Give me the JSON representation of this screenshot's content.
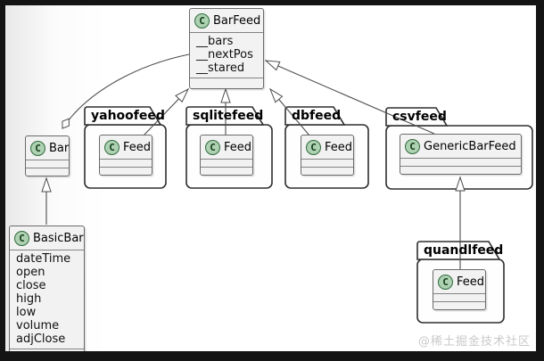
{
  "diagram": {
    "type": "uml-class-diagram",
    "watermark": "@稀土掘金技术社区"
  },
  "icons": {
    "class_letter": "C"
  },
  "colors": {
    "class_fill": "#f2f2f2",
    "class_border": "#6a6a6a",
    "circle_fill": "#ADD1B2",
    "circle_border": "#2f6a3c",
    "package_fill": "#fefefe",
    "package_border": "#2e2e2e",
    "edge_line": "#4d4d4d",
    "frame": "#141414",
    "watermark_text": "#c9c9c9"
  },
  "packages": {
    "yahoofeed": {
      "name": "yahoofeed"
    },
    "sqlitefeed": {
      "name": "sqlitefeed"
    },
    "dbfeed": {
      "name": "dbfeed"
    },
    "csvfeed": {
      "name": "csvfeed"
    },
    "quandlfeed": {
      "name": "quandlfeed"
    }
  },
  "classes": {
    "barfeed": {
      "name": "BarFeed",
      "attributes": [
        "__bars",
        "__nextPos",
        "__stared"
      ]
    },
    "bar": {
      "name": "Bar",
      "attributes": []
    },
    "basicbar": {
      "name": "BasicBar",
      "attributes": [
        "dateTime",
        "open",
        "close",
        "high",
        "low",
        "volume",
        "adjClose"
      ]
    },
    "yahoofeed_feed": {
      "name": "Feed"
    },
    "sqlitefeed_feed": {
      "name": "Feed"
    },
    "dbfeed_feed": {
      "name": "Feed"
    },
    "csvfeed_genericbarfeed": {
      "name": "GenericBarFeed"
    },
    "quandlfeed_feed": {
      "name": "Feed"
    }
  },
  "relations": [
    {
      "from": "yahoofeed.Feed",
      "to": "BarFeed",
      "type": "extends"
    },
    {
      "from": "sqlitefeed.Feed",
      "to": "BarFeed",
      "type": "extends"
    },
    {
      "from": "dbfeed.Feed",
      "to": "BarFeed",
      "type": "extends"
    },
    {
      "from": "csvfeed.GenericBarFeed",
      "to": "BarFeed",
      "type": "extends"
    },
    {
      "from": "quandlfeed.Feed",
      "to": "csvfeed.GenericBarFeed",
      "type": "extends"
    },
    {
      "from": "BasicBar",
      "to": "Bar",
      "type": "extends"
    },
    {
      "from": "BarFeed",
      "to": "Bar",
      "type": "aggregation"
    }
  ]
}
